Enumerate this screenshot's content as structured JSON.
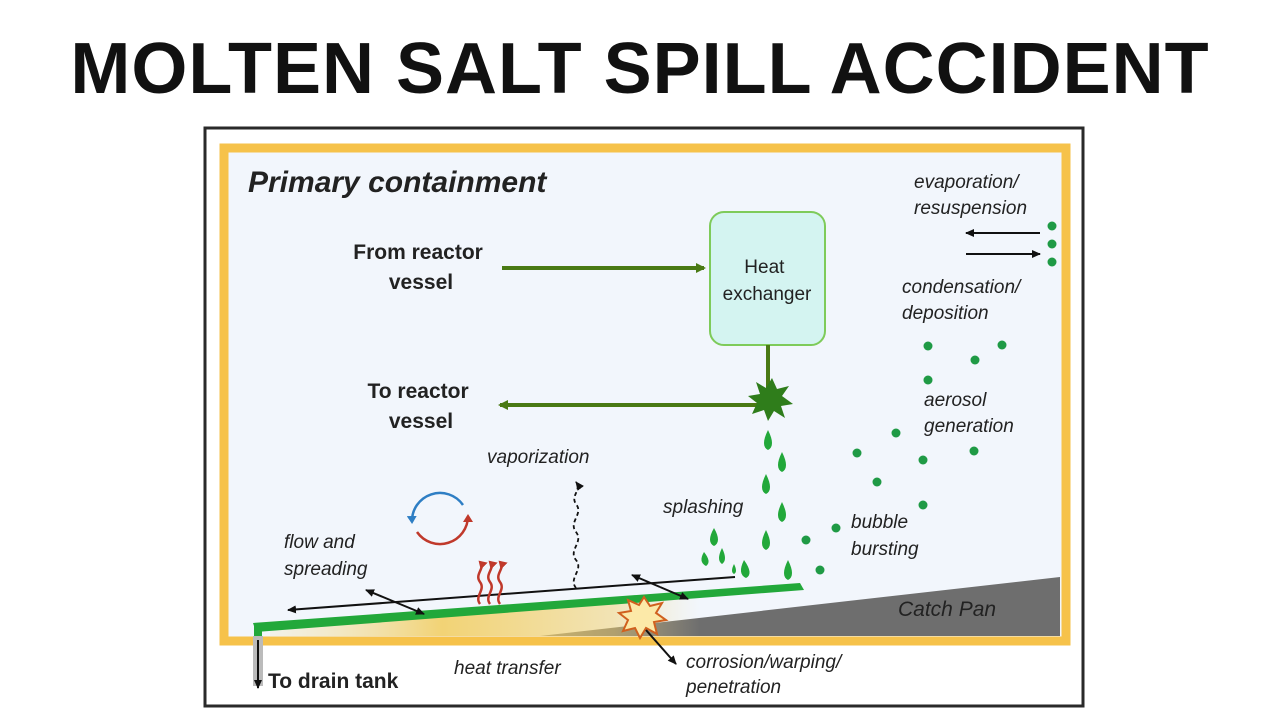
{
  "title": "MOLTEN SALT SPILL ACCIDENT",
  "colors": {
    "containment_border": "#f6c24a",
    "pipe_green": "#4a7a14",
    "spill_green": "#22a83a",
    "droplet_green": "#1f9a45",
    "exchanger_fill": "#d4f4f1",
    "exchanger_border": "#7ecb5a",
    "catch_pan": "#6e6e6e"
  },
  "diagram": {
    "primary_containment": "Primary containment",
    "from_reactor": [
      "From reactor",
      "vessel"
    ],
    "to_reactor": [
      "To reactor",
      "vessel"
    ],
    "heat_exchanger": [
      "Heat",
      "exchanger"
    ],
    "evaporation": [
      "evaporation/",
      "resuspension"
    ],
    "condensation": [
      "condensation/",
      "deposition"
    ],
    "aerosol": [
      "aerosol",
      "generation"
    ],
    "vaporization": "vaporization",
    "splashing": "splashing",
    "bubble": [
      "bubble",
      "bursting"
    ],
    "flow": [
      "flow and",
      "spreading"
    ],
    "catch_pan": "Catch Pan",
    "drain": "To drain tank",
    "heat_transfer": "heat transfer",
    "corrosion": [
      "corrosion/warping/",
      "penetration"
    ]
  }
}
